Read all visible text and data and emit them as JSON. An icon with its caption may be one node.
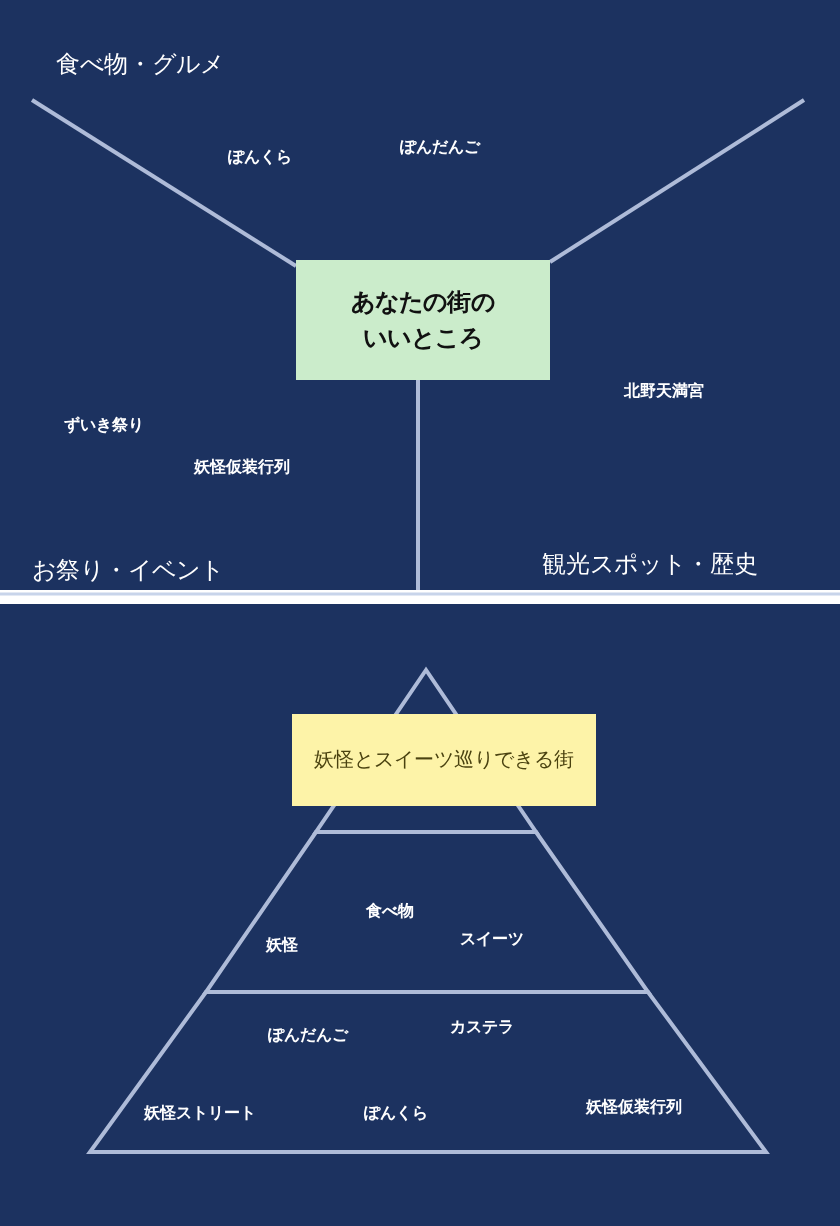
{
  "diagram": {
    "nodes": [
      {
        "text": [
          "あなたの街のいいところ"
        ]
      },
      {
        "text": [],
        "shape": "triangle"
      },
      {
        "text": [
          "妖怪とスイーツ巡りできる街"
        ]
      },
      {
        "text": [
          "食べ物",
          "妖怪",
          "スイーツ"
        ]
      },
      {
        "text": [
          "ぽんだんご",
          "カステラ",
          "妖怪ストリート",
          "ぽんくら",
          "妖怪仮装行列"
        ]
      }
    ],
    "labels": [
      "食べ物・グルメ",
      "ぽんくら",
      "ぽんだんご",
      "北野天満宮",
      "ずいき祭り",
      "妖怪仮装行列",
      "お祭り・イベント",
      "観光スポット・歴史"
    ]
  }
}
